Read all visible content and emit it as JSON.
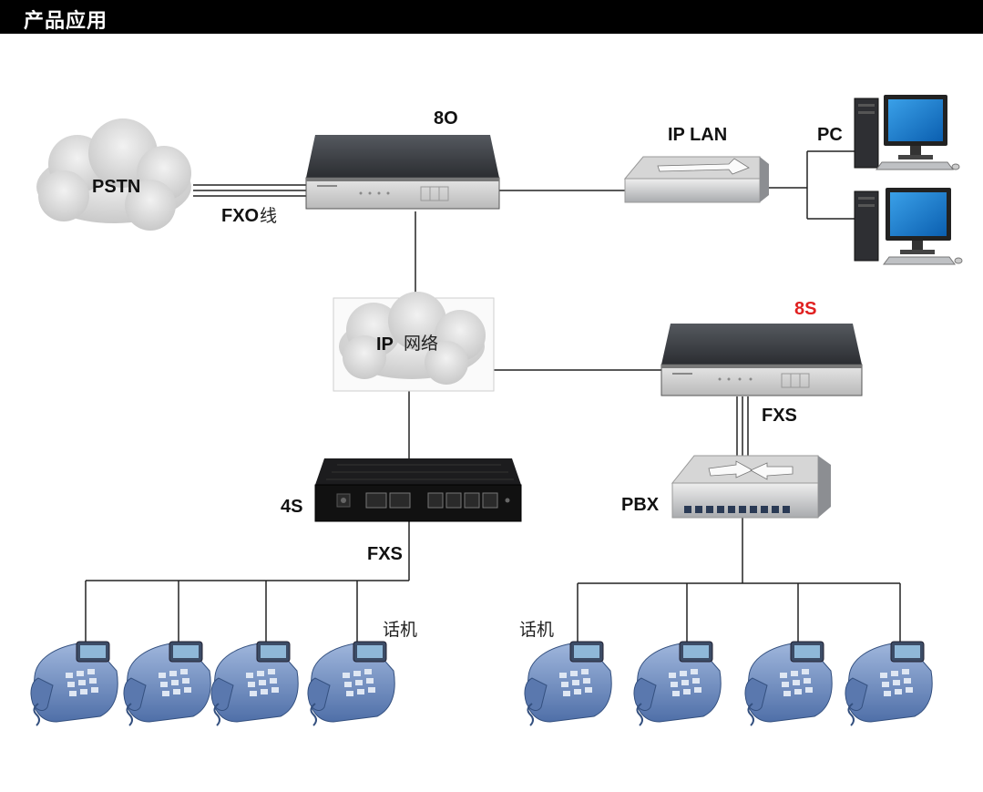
{
  "header": {
    "title": "产品应用"
  },
  "labels": {
    "pstn": "PSTN",
    "fxo_line_prefix": "FXO",
    "fxo_line_suffix": "线",
    "gw_8o": "8O",
    "ip_lan": "IP LAN",
    "pc": "PC",
    "ip_network_prefix": "IP",
    "ip_network_suffix": "网络",
    "gw_8s": "8S",
    "fxs_right": "FXS",
    "pbx": "PBX",
    "gw_4s": "4S",
    "fxs_left": "FXS",
    "phones_left": "话机",
    "phones_right": "话机"
  },
  "colors": {
    "accent_red": "#e02020",
    "device_body": "#3c3f44",
    "cloud": "#dcdcdc",
    "phone": "#6f8fc4"
  }
}
